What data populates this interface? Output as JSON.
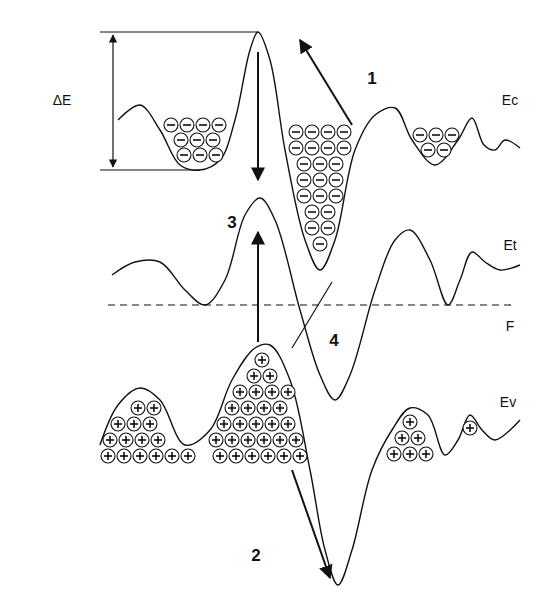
{
  "diagram": {
    "labels": [
      "ΔE",
      "1",
      "Ec",
      "3",
      "Et",
      "F",
      "4",
      "Ev",
      "2"
    ]
  }
}
